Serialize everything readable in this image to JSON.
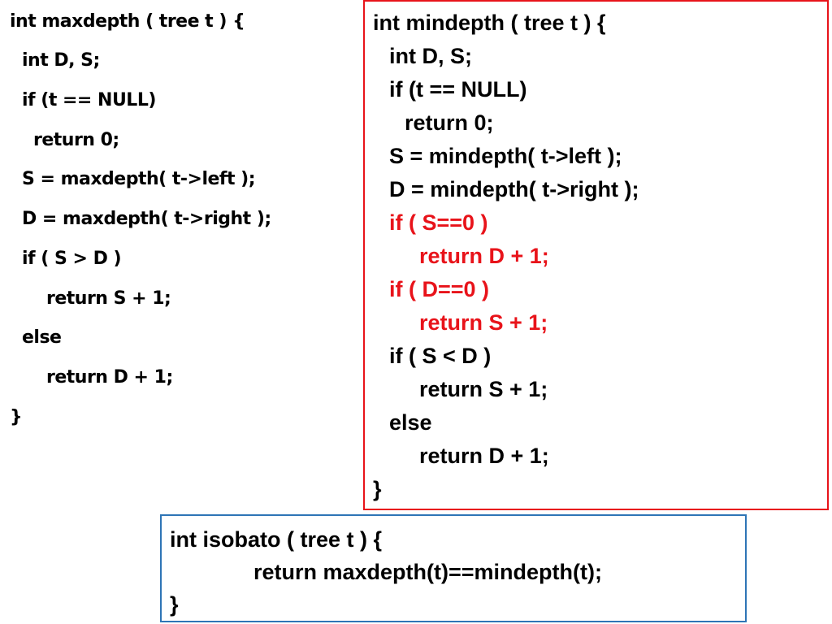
{
  "colors": {
    "highlight": "#e8131a",
    "mindepth_border": "#e8131a",
    "isobato_border": "#2e75b6",
    "text": "#000000",
    "background": "#ffffff"
  },
  "maxdepth": {
    "lines": [
      "int maxdepth ( tree t ) {",
      "int D, S;",
      "if (t == NULL)",
      "return 0;",
      "S = maxdepth( t->left );",
      "D = maxdepth( t->right );",
      "if ( S > D )",
      "return S + 1;",
      "else",
      "return D + 1;",
      "}"
    ]
  },
  "mindepth": {
    "lines": [
      "int mindepth ( tree t ) {",
      "int D, S;",
      "if (t == NULL)",
      "return 0;",
      "S = mindepth( t->left );",
      "D = mindepth( t->right );",
      "if ( S==0 )",
      "return D + 1;",
      "if ( D==0 )",
      "return S + 1;",
      "if ( S < D )",
      "return S + 1;",
      "else",
      "return D + 1;",
      "}"
    ],
    "highlighted_lines": [
      6,
      7,
      8,
      9
    ]
  },
  "isobato": {
    "lines": [
      "int isobato ( tree t ) {",
      "return maxdepth(t)==mindepth(t);",
      "}"
    ]
  }
}
